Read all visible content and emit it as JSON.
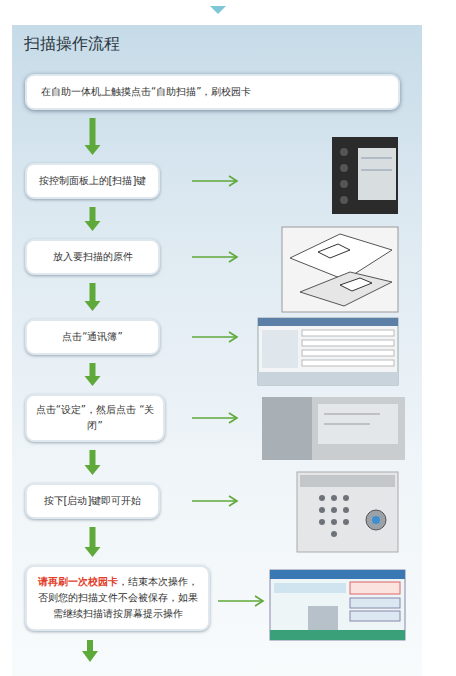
{
  "diagram": {
    "title": "扫描操作流程",
    "nodes": [
      {
        "text": [
          "在自助一体机上触摸点击“自助扫描”，刷校园卡"
        ]
      },
      {
        "text": [
          "按控制面板上的[扫描]键"
        ]
      },
      {
        "text": [
          "放入要扫描的原件"
        ]
      },
      {
        "text": [
          "点击“通讯簿”"
        ]
      },
      {
        "text": [
          "点击“设定”，然后点击 “关闭”"
        ]
      },
      {
        "text": [
          "按下[启动]键即可开始"
        ]
      },
      {
        "text": [
          "请再刷一次校园卡",
          "，结束本次操作，否则您的扫描文件不会被保存，如果需继续扫描请按屏幕提示操作"
        ]
      }
    ],
    "edges": [
      {
        "from": 0,
        "to": 1,
        "arrow": "to"
      },
      {
        "from": 1,
        "to": 2,
        "arrow": "to"
      },
      {
        "from": 2,
        "to": 3,
        "arrow": "to"
      },
      {
        "from": 3,
        "to": 4,
        "arrow": "to"
      },
      {
        "from": 4,
        "to": 5,
        "arrow": "to"
      },
      {
        "from": 5,
        "to": 6,
        "arrow": "to"
      }
    ]
  }
}
